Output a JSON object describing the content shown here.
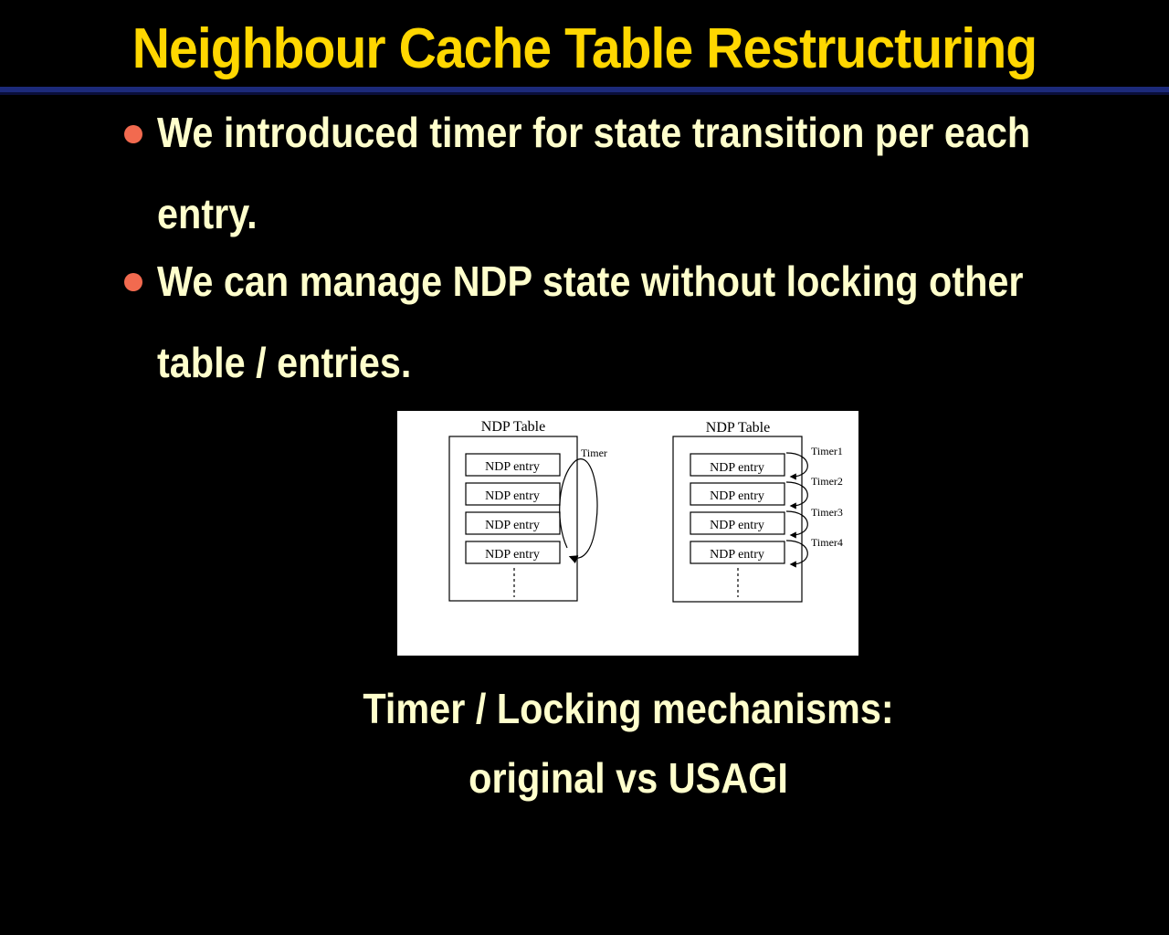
{
  "slide": {
    "title": "Neighbour Cache Table Restructuring",
    "bullets": [
      {
        "line1": "We introduced timer for state transition per each",
        "line2": "entry."
      },
      {
        "line1": "We can manage NDP state without locking other",
        "line2": "table / entries."
      }
    ],
    "caption_line1": "Timer / Locking mechanisms:",
    "caption_line2": "original vs USAGI"
  },
  "figure": {
    "left_table": {
      "title": "NDP Table",
      "entries": [
        "NDP entry",
        "NDP entry",
        "NDP entry",
        "NDP entry"
      ],
      "timer_label": "Timer"
    },
    "right_table": {
      "title": "NDP Table",
      "entries": [
        "NDP entry",
        "NDP entry",
        "NDP entry",
        "NDP entry"
      ],
      "timer_labels": [
        "Timer1",
        "Timer2",
        "Timer3",
        "Timer4"
      ]
    }
  },
  "colors": {
    "background": "#000000",
    "title": "#FFD700",
    "body_text": "#FFFFCC",
    "bullet": "#F26A4F",
    "rule": "#1C2A7A"
  }
}
